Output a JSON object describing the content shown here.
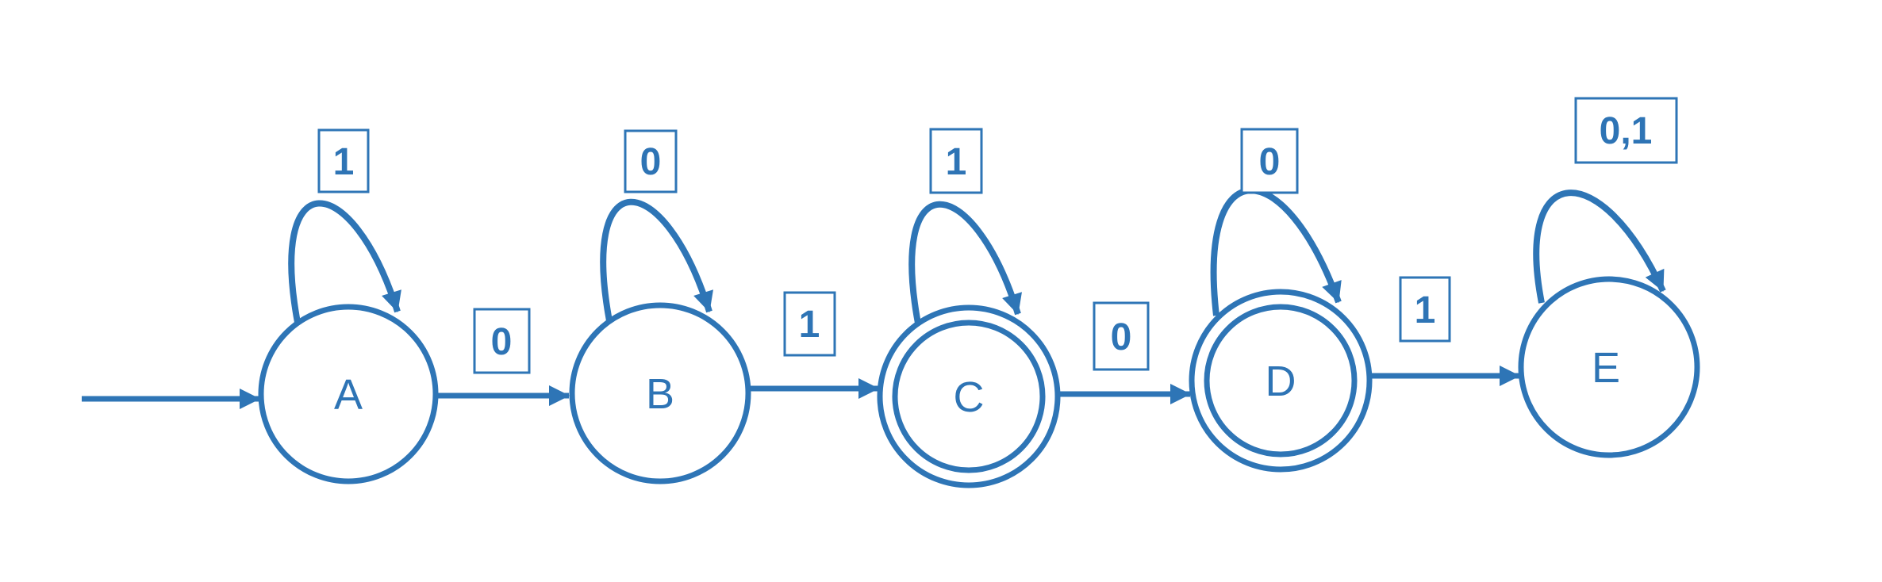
{
  "diagram": {
    "kind": "finite-state-automaton",
    "accent_color": "#2E75B6",
    "background_color": "#FFFFFF",
    "states": [
      {
        "id": "A",
        "label": "A",
        "initial": true,
        "accepting": false,
        "self_loop_label": "1"
      },
      {
        "id": "B",
        "label": "B",
        "initial": false,
        "accepting": false,
        "self_loop_label": "0"
      },
      {
        "id": "C",
        "label": "C",
        "initial": false,
        "accepting": true,
        "self_loop_label": "1"
      },
      {
        "id": "D",
        "label": "D",
        "initial": false,
        "accepting": true,
        "self_loop_label": "0"
      },
      {
        "id": "E",
        "label": "E",
        "initial": false,
        "accepting": false,
        "self_loop_label": "0,1"
      }
    ],
    "transitions": [
      {
        "from": "A",
        "to": "B",
        "label": "0"
      },
      {
        "from": "B",
        "to": "C",
        "label": "1"
      },
      {
        "from": "C",
        "to": "D",
        "label": "0"
      },
      {
        "from": "D",
        "to": "E",
        "label": "1"
      }
    ]
  }
}
